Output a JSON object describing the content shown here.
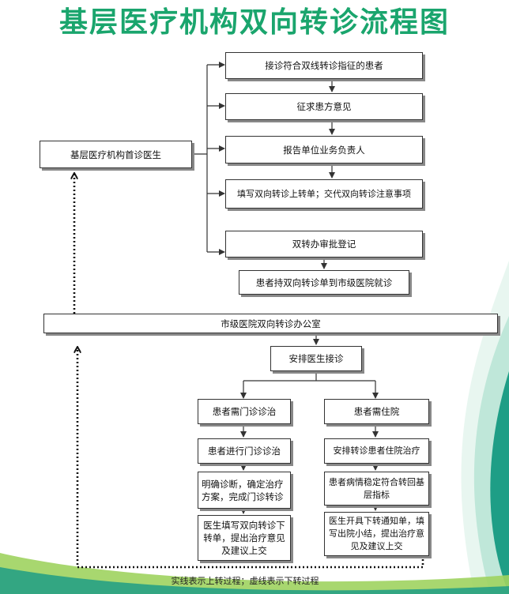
{
  "title": "基层医疗机构双向转诊流程图",
  "nodes": {
    "primary_doctor": "基层医疗机构首诊医生",
    "step1": "接诊符合双线转诊指征的患者",
    "step2": "征求患方意见",
    "step3": "报告单位业务负责人",
    "step4": "填写双向转诊上转单；交代双向转诊注意事项",
    "step5": "双转办审批登记",
    "step6": "患者持双向转诊单到市级医院就诊",
    "city_office": "市级医院双向转诊办公室",
    "arrange_doctor": "安排医生接诊",
    "outpatient_need": "患者需门诊诊治",
    "inpatient_need": "患者需住院",
    "outpatient_treat": "患者进行门诊诊治",
    "inpatient_treat": "安排转诊患者住院治疗",
    "outpatient_diag": "明确诊断，确定治疗方案，完成门诊转诊",
    "inpatient_stable": "患者病情稳定符合转回基层指标",
    "outpatient_form": "医生填写双向转诊下转单，提出治疗意见及建议上交",
    "inpatient_form": "医生开具下转通知单，填写出院小结，提出治疗意见及建议上交"
  },
  "legend": "实线表示上转过程；虚线表示下转过程",
  "colors": {
    "title": "#1aa56d",
    "accent_teal": "#1e9e86",
    "accent_green": "#9fd35f"
  }
}
